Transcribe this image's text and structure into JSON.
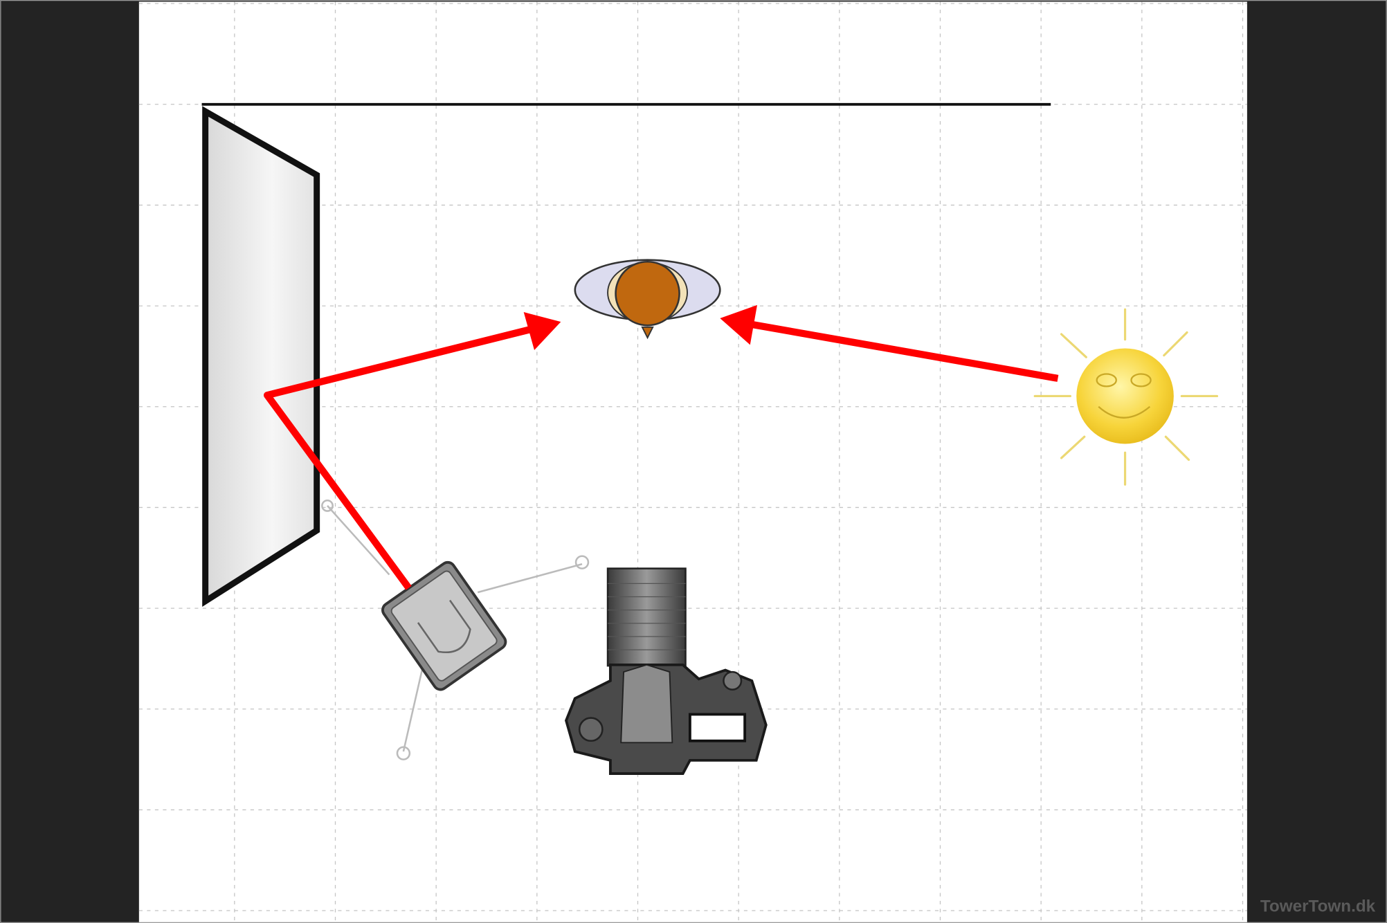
{
  "diagram": {
    "type": "lighting-setup",
    "elements": [
      "wall",
      "reflector",
      "subject",
      "sun",
      "flash",
      "camera"
    ],
    "colors": {
      "background_frame": "#232323",
      "canvas": "#ffffff",
      "arrow": "#ff0000",
      "subject_head": "#c0680f",
      "sun": "#f7d43a"
    }
  },
  "watermark": "TowerTown.dk"
}
